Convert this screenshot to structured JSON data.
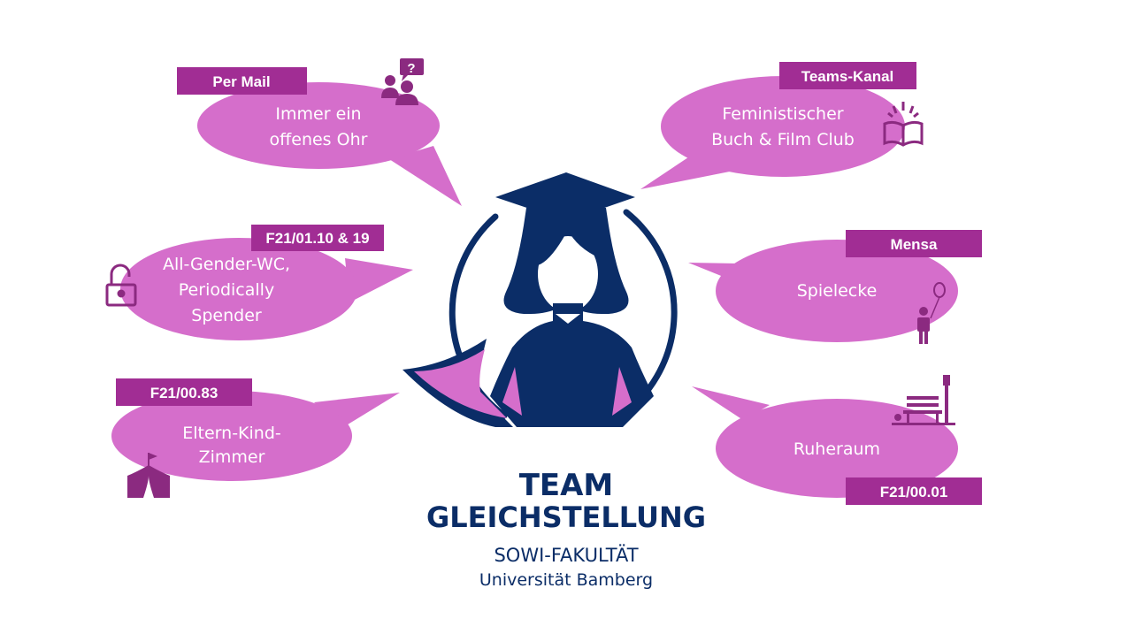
{
  "colors": {
    "bubble": "#d56ecb",
    "label": "#a12d94",
    "icon": "#8b2a80",
    "navy": "#0b2d67"
  },
  "bubbles": [
    {
      "label": "Per Mail",
      "lines": [
        "Immer ein",
        "offenes Ohr"
      ],
      "icon": "people-question-icon"
    },
    {
      "label": "Teams-Kanal",
      "lines": [
        "Feministischer",
        "Buch & Film Club"
      ],
      "icon": "open-book-icon"
    },
    {
      "label": "F21/01.10 & 19",
      "lines": [
        "All-Gender-WC,",
        "Periodically",
        "Spender"
      ],
      "icon": "unlocked-padlock-icon"
    },
    {
      "label": "Mensa",
      "lines": [
        "Spielecke"
      ],
      "icon": "child-balloon-icon"
    },
    {
      "label": "F21/00.83",
      "lines": [
        "Eltern-Kind-",
        "Zimmer"
      ],
      "icon": "circus-tent-icon"
    },
    {
      "label": "F21/00.01",
      "lines": [
        "Ruheraum"
      ],
      "icon": "park-bench-icon"
    }
  ],
  "logo": {
    "line1": "TEAM",
    "line2": "GLEICHSTELLUNG",
    "line3": "SOWI-FAKULTÄT",
    "line4": "Universität Bamberg"
  }
}
